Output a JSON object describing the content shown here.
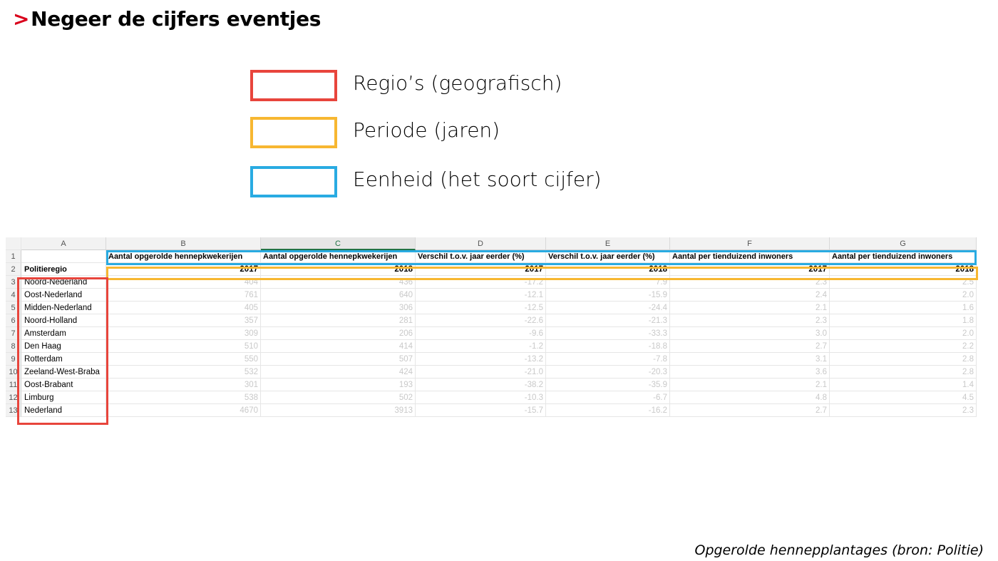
{
  "slide": {
    "title_marker": ">",
    "title": "Negeer de cijfers eventjes",
    "caption": "Opgerolde hennepplantages (bron: Politie)"
  },
  "legend": [
    {
      "label": "Regio’s (geografisch)",
      "color": "#e8453c"
    },
    {
      "label": "Periode (jaren)",
      "color": "#f7b731"
    },
    {
      "label": "Eenheid (het soort cijfer)",
      "color": "#29abe2"
    }
  ],
  "sheet": {
    "columns": [
      "A",
      "B",
      "C",
      "D",
      "E",
      "F",
      "G"
    ],
    "selected_column": "C",
    "row_numbers": [
      "1",
      "2",
      "3",
      "4",
      "5",
      "6",
      "7",
      "8",
      "9",
      "10",
      "11",
      "12",
      "13"
    ],
    "header_row": [
      "",
      "Aantal opgerolde hennepkwekerijen",
      "Aantal opgerolde hennepkwekerijen",
      "Verschil t.o.v. jaar eerder (%)",
      "Verschil t.o.v. jaar eerder (%)",
      "Aantal per tienduizend inwoners",
      "Aantal per tienduizend inwoners"
    ],
    "year_row": [
      "Politieregio",
      "2017",
      "2018",
      "2017",
      "2018",
      "2017",
      "2018"
    ],
    "data_rows": [
      [
        "Noord-Nederland",
        "404",
        "436",
        "-17.2",
        "7.9",
        "2.3",
        "2.5"
      ],
      [
        "Oost-Nederland",
        "761",
        "640",
        "-12.1",
        "-15.9",
        "2.4",
        "2.0"
      ],
      [
        "Midden-Nederland",
        "405",
        "306",
        "-12.5",
        "-24.4",
        "2.1",
        "1.6"
      ],
      [
        "Noord-Holland",
        "357",
        "281",
        "-22.6",
        "-21.3",
        "2.3",
        "1.8"
      ],
      [
        "Amsterdam",
        "309",
        "206",
        "-9.6",
        "-33.3",
        "3.0",
        "2.0"
      ],
      [
        "Den Haag",
        "510",
        "414",
        "-1.2",
        "-18.8",
        "2.7",
        "2.2"
      ],
      [
        "Rotterdam",
        "550",
        "507",
        "-13.2",
        "-7.8",
        "3.1",
        "2.8"
      ],
      [
        "Zeeland-West-Braba",
        "532",
        "424",
        "-21.0",
        "-20.3",
        "3.6",
        "2.8"
      ],
      [
        "Oost-Brabant",
        "301",
        "193",
        "-38.2",
        "-35.9",
        "2.1",
        "1.4"
      ],
      [
        "Limburg",
        "538",
        "502",
        "-10.3",
        "-6.7",
        "4.8",
        "4.5"
      ],
      [
        "Nederland",
        "4670",
        "3913",
        "-15.7",
        "-16.2",
        "2.7",
        "2.3"
      ]
    ]
  }
}
